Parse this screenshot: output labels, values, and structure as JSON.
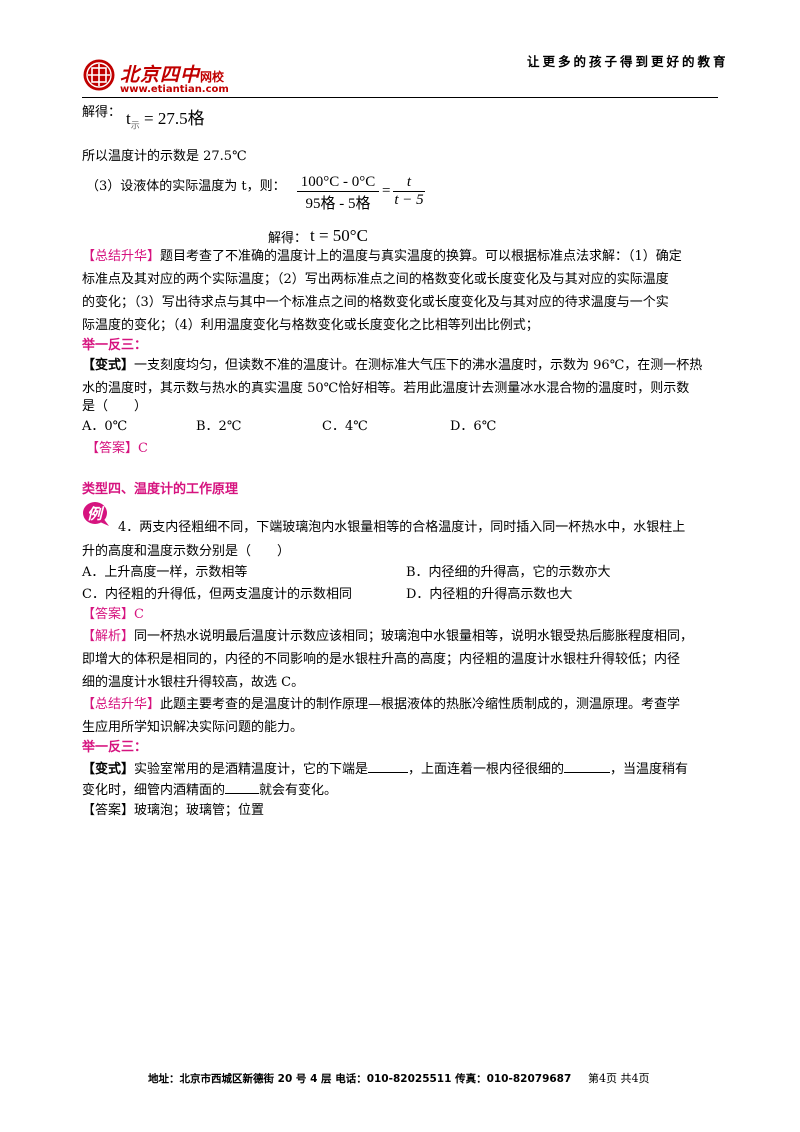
{
  "header": {
    "logo_cn": "北京四中",
    "logo_suffix": "网校",
    "logo_url": "www.etiantian.com",
    "slogan": "让更多的孩子得到更好的教育"
  },
  "content": {
    "jiede1": "解得：",
    "t_symbol": "t",
    "t_sub": "示",
    "t_eq": "= 27.5格",
    "line_so": "所以温度计的示数是 27.5℃",
    "line_q3": "（3）设液体的实际温度为 t，则：",
    "frac1_num": "100°C - 0°C",
    "frac1_den": "95格 - 5格",
    "eq_sign": "=",
    "frac2_num": "t",
    "frac2_den": "t − 5",
    "jiede2": "解得：",
    "result_t": "t = 50°C",
    "summary1_tag": "【总结升华】",
    "summary1_l1": "题目考查了不准确的温度计上的温度与真实温度的换算。可以根据标准点法求解：（1）确定",
    "summary1_l2": "标准点及其对应的两个实际温度；（2）写出两标准点之间的格数变化或长度变化及与其对应的实际温度",
    "summary1_l3": "的变化；（3）写出待求点与其中一个标准点之间的格数变化或长度变化及与其对应的待求温度与一个实",
    "summary1_l4": "际温度的变化；（4）利用温度变化与格数变化或长度变化之比相等列出比例式；",
    "juyi1": "举一反三：",
    "var1_tag": "【变式】",
    "var1_l1": "一支刻度均匀，但读数不准的温度计。在测标准大气压下的沸水温度时，示数为 96℃，在测一杯热",
    "var1_l2": "水的温度时，其示数与热水的真实温度 50℃恰好相等。若用此温度计去测量冰水混合物的温度时，则示数",
    "var1_l3": "是（　　）",
    "var1_options": [
      "A．0℃",
      "B．2℃",
      "C．4℃",
      "D．6℃"
    ],
    "ans1": "【答案】C",
    "type4_title": "类型四、温度计的工作原理",
    "example_badge": "例",
    "ex4_l1": "4．两支内径粗细不同，下端玻璃泡内水银量相等的合格温度计，同时插入同一杯热水中，水银柱上",
    "ex4_l2": "升的高度和温度示数分别是（　　）",
    "ex4_optA": "A．上升高度一样，示数相等",
    "ex4_optB": "B．内径细的升得高，它的示数亦大",
    "ex4_optC": "C．内径粗的升得低，但两支温度计的示数相同",
    "ex4_optD": "D．内径粗的升得高示数也大",
    "ans2": "【答案】C",
    "analysis_tag": "【解析】",
    "analysis_l1": "同一杯热水说明最后温度计示数应该相同；玻璃泡中水银量相等，说明水银受热后膨胀程度相同，",
    "analysis_l2": "即增大的体积是相同的，内径的不同影响的是水银柱升高的高度；内径粗的温度计水银柱升得较低；内径",
    "analysis_l3": "细的温度计水银柱升得较高，故选 C。",
    "summary2_tag": "【总结升华】",
    "summary2_l1": "此题主要考查的是温度计的制作原理—根据液体的热胀冷缩性质制成的，测温原理。考查学",
    "summary2_l2": "生应用所学知识解决实际问题的能力。",
    "juyi2": "举一反三：",
    "var2_tag": "【变式】",
    "var2_p1": "实验室常用的是酒精温度计，它的下端是",
    "var2_p2": "，上面连着一根内径很细的",
    "var2_p3": "，当温度稍有",
    "var2_l2a": "变化时，细管内酒精面的",
    "var2_l2b": "就会有变化。",
    "ans3": "【答案】玻璃泡；玻璃管；位置"
  },
  "footer": {
    "address": "地址：北京市西城区新德街 20 号 4 层  电话：010-82025511  传真：010-82079687",
    "page": "第4页  共4页"
  },
  "colors": {
    "accent": "#d6137f",
    "logo_red": "#c00000"
  }
}
